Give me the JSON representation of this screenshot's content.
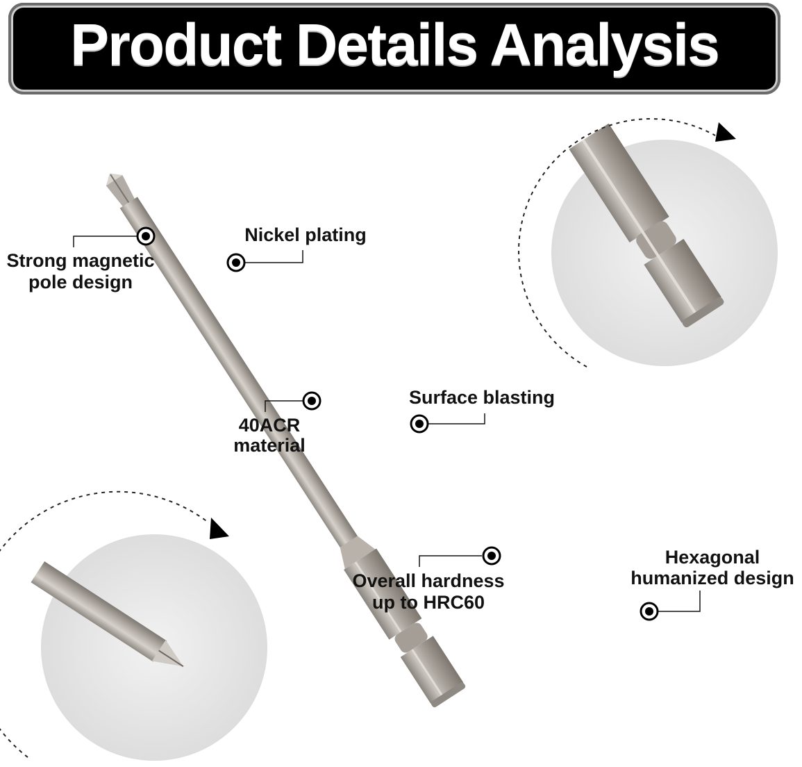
{
  "header": {
    "title": "Product Details Analysis"
  },
  "callouts": {
    "magnetic": "Strong magnetic\npole design",
    "nickel": "Nickel plating",
    "material": "40ACR\nmaterial",
    "blasting": "Surface blasting",
    "hardness": "Overall hardness\nup to HRC60",
    "hexagonal": "Hexagonal\nhumanized design"
  },
  "colors": {
    "banner": "#000000",
    "metal": "#a8a29c",
    "text": "#111111"
  },
  "icons": [
    "target-dot-icon",
    "arrow-right-icon"
  ]
}
